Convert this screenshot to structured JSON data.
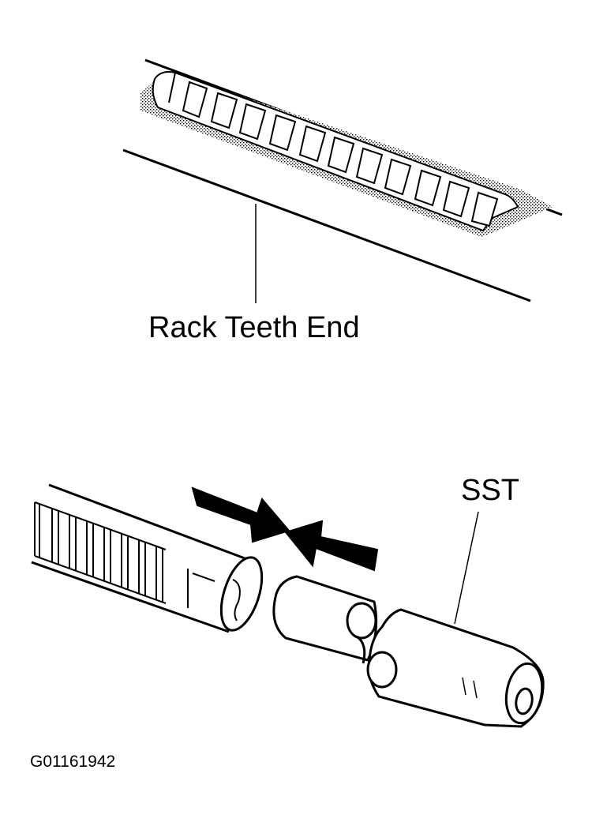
{
  "labels": {
    "rack_teeth_end": "Rack Teeth End",
    "sst": "SST",
    "figure_id": "G01161942"
  },
  "colors": {
    "ink": "#000000",
    "paper": "#ffffff",
    "stipple": "#8a8a8a"
  }
}
